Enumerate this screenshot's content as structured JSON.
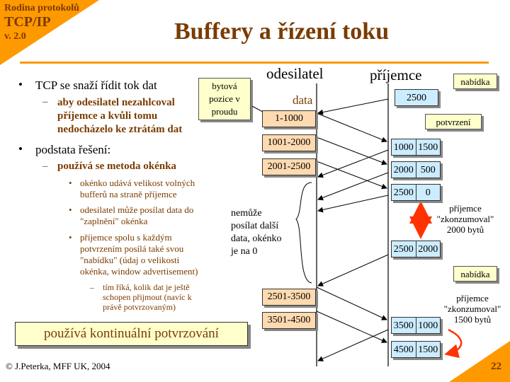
{
  "header": {
    "series": "Rodina protokolů",
    "protocol": "TCP/IP",
    "version": "v. 2.0",
    "title": "Buffery a řízení toku"
  },
  "bullets": {
    "b1": "TCP se snaží řídit tok dat",
    "b1_sub": [
      "aby odesilatel nezahlcoval",
      "příjemce a kvůli tomu",
      "nedocházelo ke ztrátám dat"
    ],
    "b2": "podstata řešení:",
    "b2_sub": "používá se metoda okénka",
    "b3": [
      "okénko udává velikost volných",
      "bufferů na straně příjemce"
    ],
    "b4": [
      "odesilatel může posílat data do",
      "\"zaplnění\" okénka"
    ],
    "b5": [
      "příjemce spolu s každým",
      "potvrzením posílá také svou",
      "\"nabídku\" (údaj o velikosti",
      "okénka, window advertisement)"
    ],
    "b6": [
      "tím říká, kolik dat je ještě",
      "schopen přijmout (navíc k",
      "právě potvrzovaným)"
    ]
  },
  "note_byte_positions": [
    "bytová",
    "pozice v",
    "proudu"
  ],
  "bottom_box": "používá kontinuální potvrzování",
  "footer": {
    "author": "© J.Peterka, MFF UK, 2004",
    "page": "22"
  },
  "diagram": {
    "sender": "odesilatel",
    "receiver": "příjemce",
    "data_label": "data",
    "offer_label": "nabídka",
    "ack_label": "potvrzení",
    "initial_offer": "2500",
    "cannot_send": [
      "nemůže",
      "posílat další",
      "data, okénko",
      "je na 0"
    ],
    "consumed1": [
      "příjemce",
      "\"zkonzumoval\"",
      "2000 bytů"
    ],
    "consumed2": [
      "příjemce",
      "\"zkonzumoval\"",
      "1500 bytů"
    ],
    "sender_boxes": [
      "1-1000",
      "1001-2000",
      "2001-2500",
      "2501-3500",
      "3501-4500"
    ],
    "ack_boxes": [
      {
        "ack": "1000",
        "win": "1500"
      },
      {
        "ack": "2000",
        "win": "500"
      },
      {
        "ack": "2500",
        "win": "0"
      },
      {
        "ack": "2500",
        "win": "2000"
      },
      {
        "ack": "3500",
        "win": "1000"
      },
      {
        "ack": "4500",
        "win": "1500"
      }
    ]
  },
  "colors": {
    "accent": "#ff9900",
    "brown": "#7a3b00",
    "sender_box": "#ffdab0",
    "receiver_box": "#ccecff",
    "note": "#ffffcc",
    "red_arrow": "#ff3300"
  }
}
